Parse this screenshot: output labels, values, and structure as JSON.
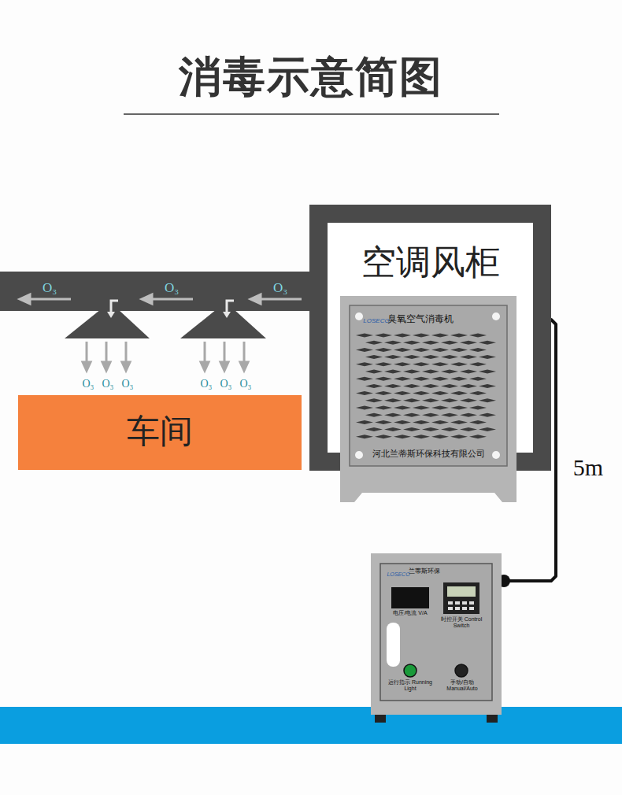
{
  "diagram": {
    "title": "消毒示意简图",
    "nodes": [
      {
        "text": [
          "空调风柜"
        ]
      },
      {
        "text": [
          "臭氧空气消毒机",
          "河北兰蒂斯环保科技有限公司"
        ]
      },
      {
        "text": [
          "车间"
        ]
      },
      {
        "text": [
          "兰蒂斯环保",
          "电压/电流 V/A",
          "时控开关 Control Switch",
          "运行指示 Running Light",
          "手动/自动 Manual/Auto"
        ]
      }
    ],
    "edges": [
      {
        "from": 1,
        "to": 3,
        "arrow": "none",
        "label": "5m"
      }
    ],
    "labels": [
      "O₃",
      "O₃",
      "O₃",
      "O₃",
      "O₃",
      "O₃",
      "O₃",
      "O₃",
      "O₃",
      "LOSECO",
      "LOSECO"
    ]
  }
}
